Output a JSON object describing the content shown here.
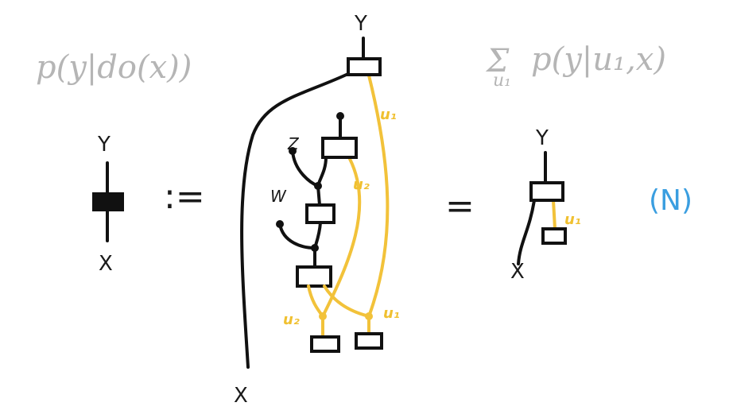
{
  "lhs_expression": "p(y|do(x))",
  "rhs_expression": {
    "sum_symbol": "Σ",
    "sum_index": "u₁",
    "body": "p(y|u₁,x)"
  },
  "definition_symbol": ":=",
  "equals_symbol": "=",
  "equation_label": "(N)",
  "left_diagram": {
    "top_label": "Y",
    "bottom_label": "X"
  },
  "middle_diagram": {
    "top_label": "Y",
    "bottom_label": "X",
    "input_z": "Z",
    "input_w": "W",
    "wire_u1_top": "u₁",
    "wire_u2_mid": "u₂",
    "wire_u2_bottom": "u₂",
    "wire_u1_bottom": "u₁"
  },
  "right_diagram": {
    "top_label": "Y",
    "bottom_label": "X",
    "wire_u1": "u₁"
  },
  "colors": {
    "ink": "#111111",
    "gray": "#b5b5b5",
    "latent_wire": "#f2c23a",
    "label_blue": "#3a9ee0"
  }
}
